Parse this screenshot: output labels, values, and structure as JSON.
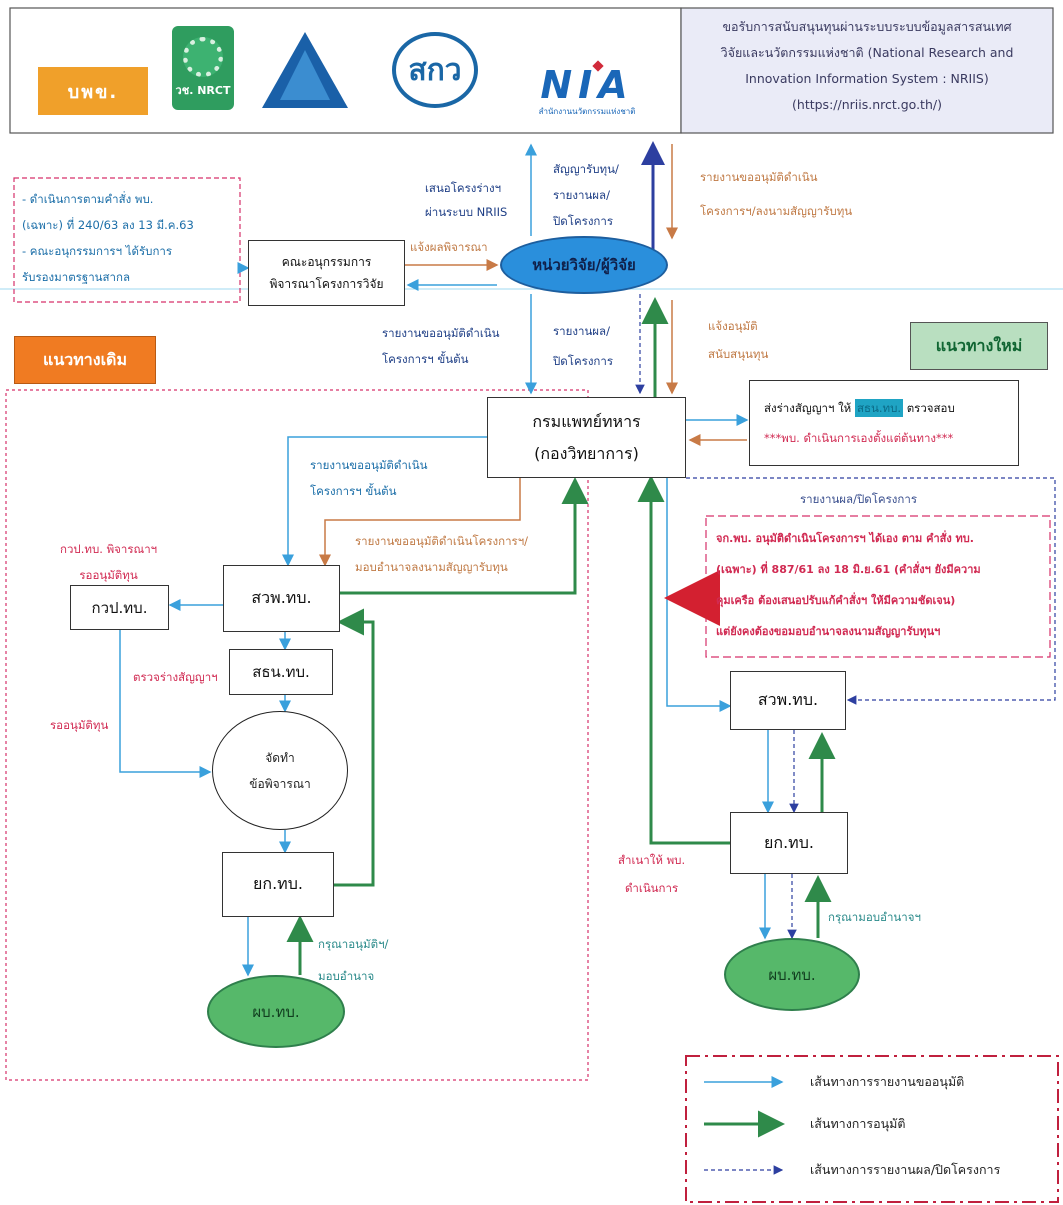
{
  "header": {
    "logos": [
      {
        "name": "logo-pmu",
        "text": "บพข."
      },
      {
        "name": "logo-nrct",
        "text": "วช. NRCT"
      },
      {
        "name": "logo-tsri",
        "text": ""
      },
      {
        "name": "logo-hsri",
        "text": "สกว"
      },
      {
        "name": "logo-nia",
        "text": "NIA",
        "subtext": "สำนักงานนวัตกรรมแห่งชาติ"
      }
    ],
    "info_lines": [
      "ขอรับการสนับสนุนทุนผ่านระบบระบบข้อมูลสารสนเทศ",
      "วิจัยและนวัตกรรมแห่งชาติ (National Research and",
      "Innovation  Information System : NRIIS)",
      "(https://nriis.nrct.go.th/)"
    ]
  },
  "left_note": [
    "- ดำเนินการตามคำสั่ง พบ.",
    "(เฉพาะ) ที่ 240/63 ลง 13 มี.ค.63",
    "- คณะอนุกรรมการฯ ได้รับการ",
    "รับรองมาตรฐานสากล"
  ],
  "committee": [
    "คณะอนุกรรมการ",
    "พิจารณาโครงการวิจัย"
  ],
  "researcher": "หน่วยวิจัย/ผู้วิจัย",
  "labels": {
    "propose": [
      "เสนอโครงร่างฯ",
      "ผ่านระบบ NRIIS"
    ],
    "contract": [
      "สัญญารับทุน/",
      "รายงานผล/",
      "ปิดโครงการ"
    ],
    "report_approve_top": [
      "รายงานขออนุมัติดำเนิน",
      "โครงการฯ/ลงนามสัญญารับทุน"
    ],
    "notify_result": "แจ้งผลพิจารณา",
    "report_initial": [
      "รายงานขออนุมัติดำเนิน",
      "โครงการฯ ขั้นต้น"
    ],
    "report_close": [
      "รายงานผล/",
      "ปิดโครงการ"
    ],
    "notify_approve": [
      "แจ้งอนุมัติ",
      "สนับสนุนทุน"
    ],
    "report_initial_2": [
      "รายงานขออนุมัติดำเนิน",
      "โครงการฯ ขั้นต้น"
    ],
    "report_delegate": [
      "รายงานขออนุมัติดำเนินโครงการฯ/",
      "มอบอำนาจลงนามสัญญารับทุน"
    ],
    "kp_consider": [
      "กวป.ทบ. พิจารณาฯ",
      "รออนุมัติทุน"
    ],
    "check_contract": "ตรวจร่างสัญญาฯ",
    "await_fund": "รออนุมัติทุน",
    "please_approve": [
      "กรุณาอนุมัติฯ/",
      "มอบอำนาจ"
    ],
    "report_close_new": "รายงานผล/ปิดโครงการ",
    "copy_to": [
      "สำเนาให้ พบ.",
      "ดำเนินการ"
    ],
    "please_delegate": "กรุณามอบอำนาจฯ"
  },
  "old_way": "แนวทางเดิม",
  "new_way": "แนวทางใหม่",
  "army_med": [
    "กรมแพทย์ทหาร",
    "(กองวิทยาการ)"
  ],
  "send_draft": {
    "prefix": "ส่งร่างสัญญาฯ ให้",
    "highlight": "สธน.ทบ.",
    "suffix": "ตรวจสอบ"
  },
  "self_start": "***พบ. ดำเนินการเองตั้งแต่ต้นทาง***",
  "new_note": [
    "จก.พบ. อนุมัติดำเนินโครงการฯ ได้เอง ตาม คำสั่ง ทบ.",
    "(เฉพาะ) ที่ 887/61 ลง 18 มิ.ย.61 (คำสั่งฯ ยังมีความ",
    "คุมเครือ ต้องเสนอปรับแก้คำสั่งฯ ให้มีความชัดเจน)",
    "แต่ยังคงต้องขอมอบอำนาจลงนามสัญญารับทุนฯ"
  ],
  "nodes": {
    "sawp_old": "สวพ.ทบ.",
    "kawp": "กวป.ทบ.",
    "sathon": "สธน.ทบ.",
    "prepare": [
      "จัดทำ",
      "ข้อพิจารณา"
    ],
    "yk_old": "ยก.ทบ.",
    "pb_old": "ผบ.ทบ.",
    "sawp_new": "สวพ.ทบ.",
    "yk_new": "ยก.ทบ.",
    "pb_new": "ผบ.ทบ."
  },
  "legend": [
    "เส้นทางการรายงานขออนุมัติ",
    "เส้นทางการอนุมัติ",
    "เส้นทางการรายงานผล/ปิดโครงการ"
  ],
  "colors": {
    "report": "#3aa0dc",
    "approve": "#2f8a4a",
    "close": "#2d3fa0",
    "orange": "#c87a46",
    "red_dash": "#d6316a",
    "old_tag": "#f07b22",
    "new_tag": "#b9dfc0"
  }
}
